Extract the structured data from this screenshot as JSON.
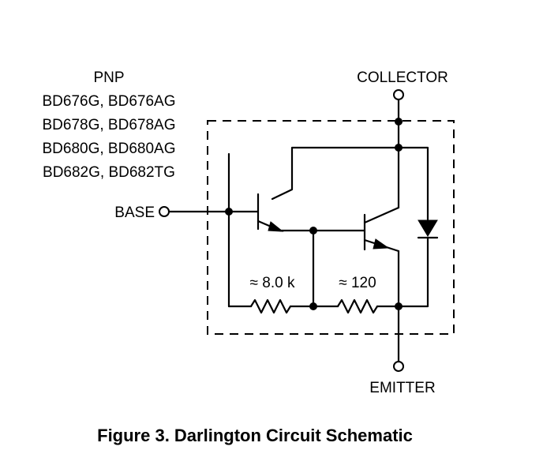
{
  "device": {
    "type_label": "PNP",
    "part_lines": [
      "BD676G, BD676AG",
      "BD678G, BD678AG",
      "BD680G, BD680AG",
      "BD682G, BD682TG"
    ]
  },
  "terminals": {
    "base": "BASE",
    "collector": "COLLECTOR",
    "emitter": "EMITTER"
  },
  "resistors": {
    "r1": "≈ 8.0 k",
    "r2": "≈ 120"
  },
  "caption": "Figure 3. Darlington Circuit Schematic"
}
